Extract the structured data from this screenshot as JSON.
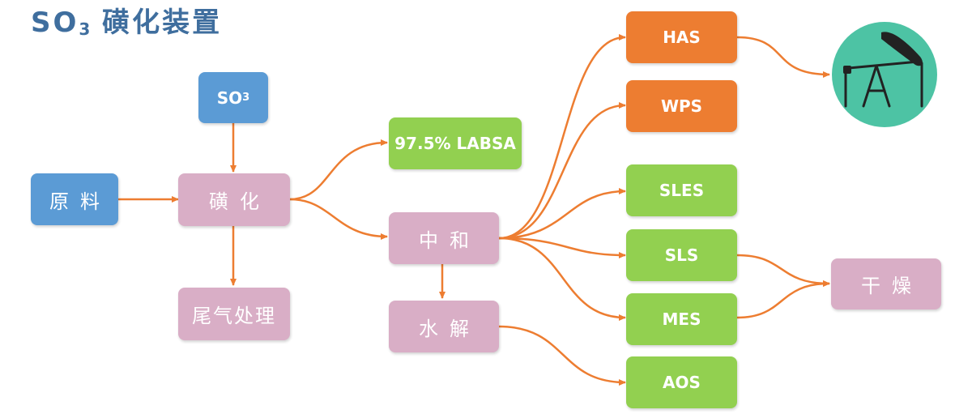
{
  "title": {
    "prefix": "SO",
    "sub": "3",
    "text": "磺化装置"
  },
  "nodes": {
    "so3": {
      "prefix": "SO",
      "sub": "3"
    },
    "raw": "原料",
    "sulfonation": "磺化",
    "tail_gas": "尾气处理",
    "labsa": "97.5% LABSA",
    "neutralize": "中和",
    "hydrolysis": "水解",
    "has": "HAS",
    "wps": "WPS",
    "sles": "SLES",
    "sls": "SLS",
    "mes": "MES",
    "aos": "AOS",
    "dry": "干燥"
  },
  "colors": {
    "title": "#3f6e9e",
    "input_blue": "#5b9bd5",
    "process_pink": "#d9aec6",
    "product_green": "#92d050",
    "product_orange": "#ed7d31",
    "arrow": "#ed7d31",
    "oil_circle": "#4dc3a4"
  },
  "icons": {
    "oil": "oil-pumpjack-icon"
  }
}
